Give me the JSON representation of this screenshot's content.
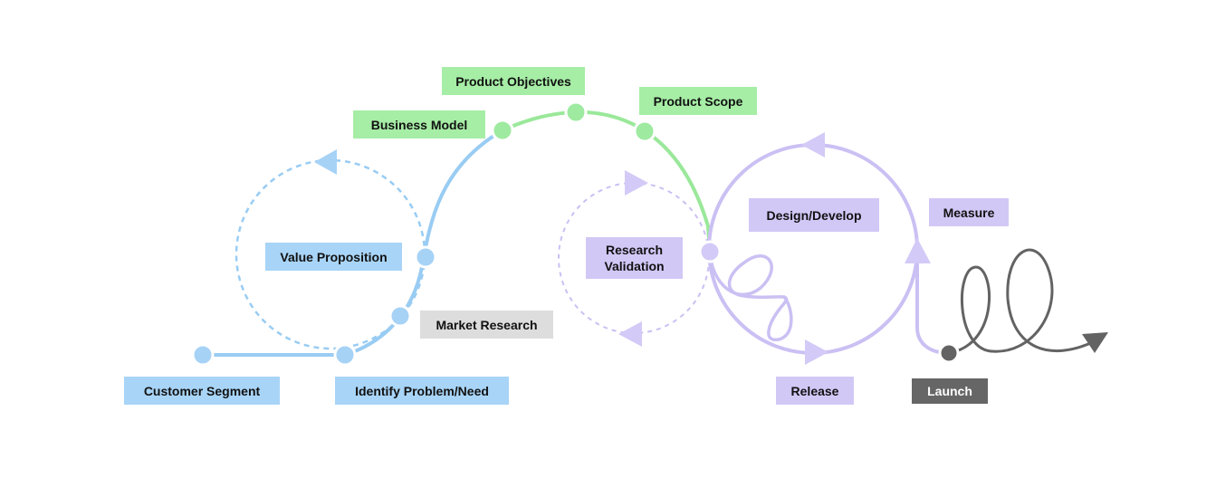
{
  "colors": {
    "blue_line": "#99ccf3",
    "blue_node": "#a6d2f6",
    "blue_label_bg": "#a8d4f7",
    "green_line": "#9ae89a",
    "green_node": "#9eeaa0",
    "green_label_bg": "#a6eda6",
    "purple_line": "#cbc0f3",
    "purple_node": "#d4caf7",
    "purple_label_bg": "#d2c8f6",
    "gray_label_bg": "#dddddd",
    "dark_gray": "#636363",
    "launch_label_bg": "#666666",
    "node_border": "#ffffff"
  },
  "diagram": {
    "labels": {
      "customer_segment": "Customer Segment",
      "identify_problem": "Identify Problem/Need",
      "value_proposition": "Value Proposition",
      "market_research": "Market Research",
      "business_model": "Business Model",
      "product_objectives": "Product Objectives",
      "product_scope": "Product Scope",
      "research_validation": "Research\nValidation",
      "design_develop": "Design/Develop",
      "measure": "Measure",
      "release": "Release",
      "launch": "Launch"
    },
    "icons": {
      "value_loop_arrow": "triangle-left-icon",
      "research_top_arrow": "triangle-right-icon",
      "research_bottom_arrow": "triangle-left-icon",
      "design_top_arrow": "triangle-left-icon",
      "design_bottom_arrow": "triangle-right-icon",
      "measure_arrow": "triangle-up-icon",
      "launch_end_arrow": "arrowhead-icon"
    }
  }
}
